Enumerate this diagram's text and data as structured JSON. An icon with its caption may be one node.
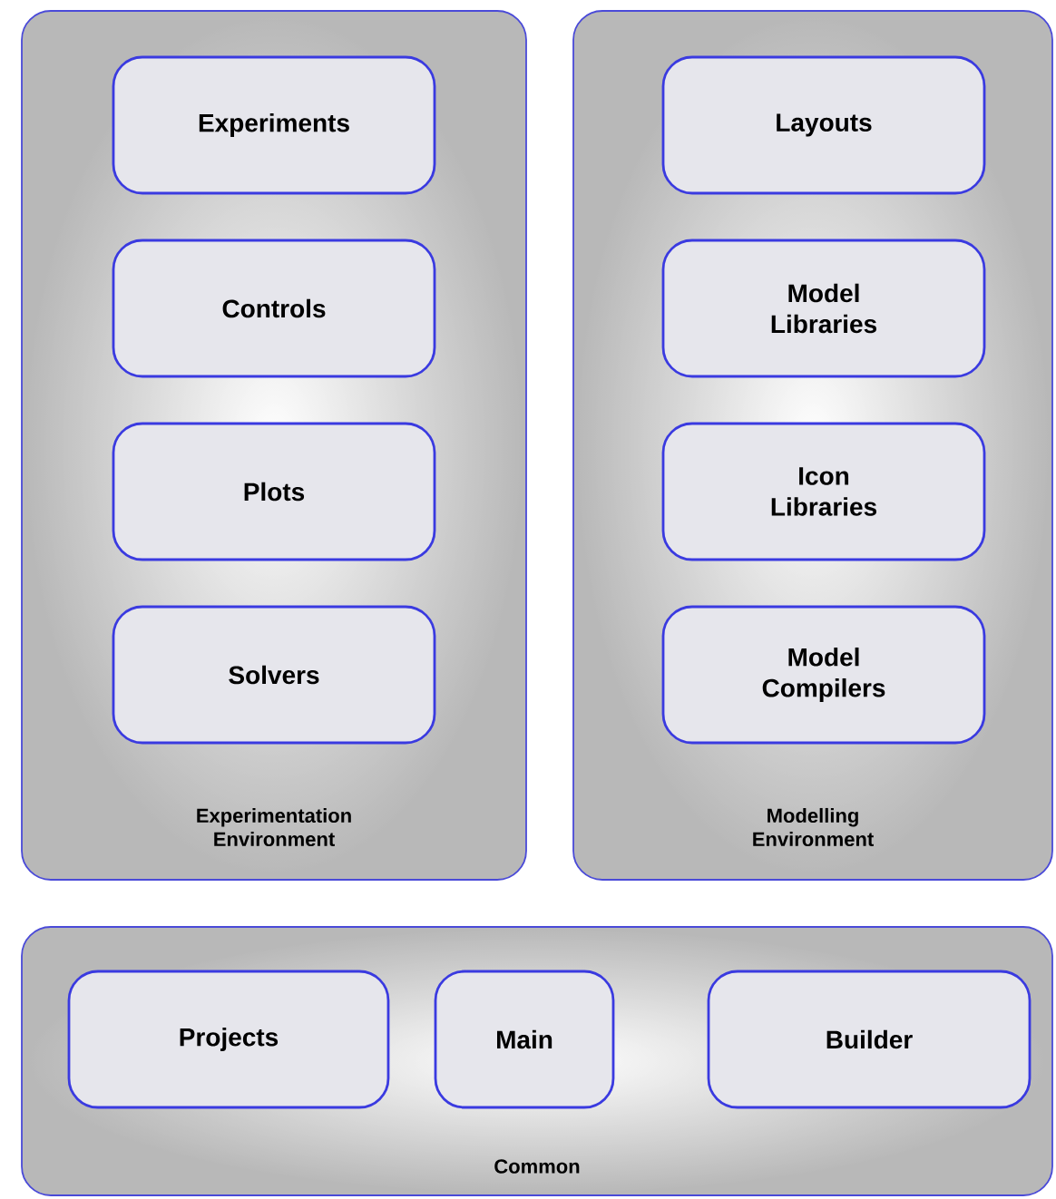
{
  "diagram": {
    "nodes": [
      {
        "text": [
          "Experimentation Environment"
        ]
      },
      {
        "text": [
          "Experiments"
        ],
        "in": 0
      },
      {
        "text": [
          "Controls"
        ],
        "in": 0
      },
      {
        "text": [
          "Plots"
        ],
        "in": 0
      },
      {
        "text": [
          "Solvers"
        ],
        "in": 0
      },
      {
        "text": [
          "Modelling Environment"
        ]
      },
      {
        "text": [
          "Layouts"
        ],
        "in": 5
      },
      {
        "text": [
          "Model Libraries"
        ],
        "in": 5
      },
      {
        "text": [
          "Icon Libraries"
        ],
        "in": 5
      },
      {
        "text": [
          "Model Compilers"
        ],
        "in": 5
      },
      {
        "text": [
          "Common"
        ]
      },
      {
        "text": [
          "Projects"
        ],
        "in": 10
      },
      {
        "text": [
          "Main"
        ],
        "in": 10
      },
      {
        "text": [
          "Builder"
        ],
        "in": 10
      }
    ]
  }
}
